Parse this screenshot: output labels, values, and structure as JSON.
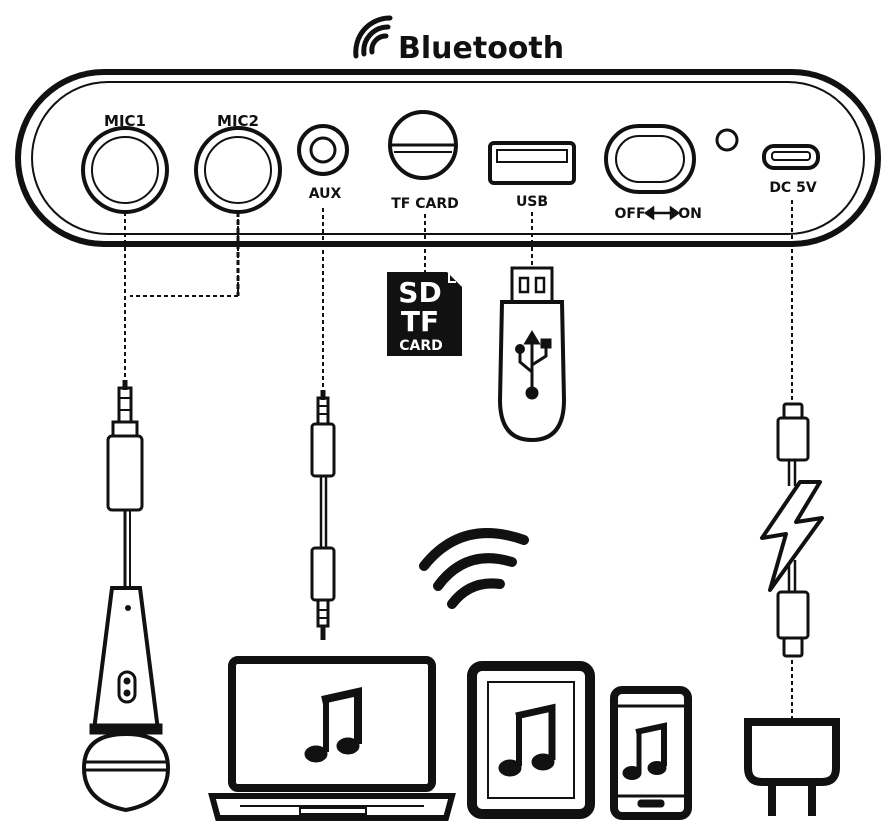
{
  "title": "Bluetooth",
  "ports": {
    "mic1": "MIC1",
    "mic2": "MIC2",
    "aux": "AUX",
    "tf_card": "TF CARD",
    "usb": "USB",
    "power_off": "OFF",
    "power_on": "ON",
    "dc": "DC 5V"
  },
  "sd_card": {
    "line1": "SD",
    "line2": "TF",
    "line3": "CARD"
  },
  "icons": {
    "bluetooth_waves": "wireless-waves-icon",
    "music_note": "music-note-icon",
    "usb_symbol": "usb-symbol-icon",
    "lightning": "lightning-bolt-icon"
  },
  "colors": {
    "line": "#111111",
    "background": "#ffffff"
  }
}
